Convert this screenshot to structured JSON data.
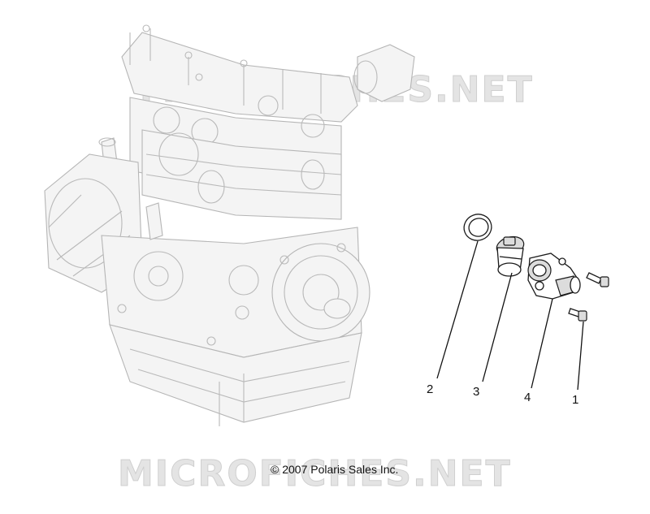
{
  "watermark": {
    "top": "MICROFICHES.NET",
    "bottom": "MICROFICHES.NET"
  },
  "copyright": "© 2007 Polaris Sales Inc.",
  "callouts": [
    {
      "number": "2",
      "part": "o-ring"
    },
    {
      "number": "3",
      "part": "thermostat"
    },
    {
      "number": "4",
      "part": "thermostat-housing"
    },
    {
      "number": "1",
      "part": "bolt"
    }
  ]
}
